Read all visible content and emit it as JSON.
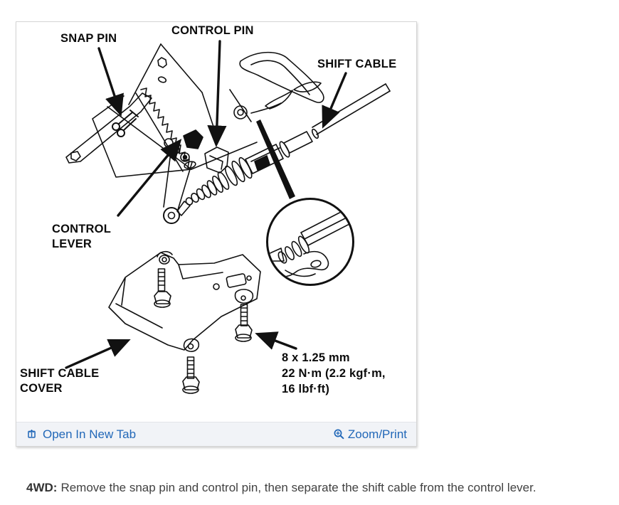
{
  "viewer": {
    "diagram_labels": {
      "snap_pin": "SNAP PIN",
      "control_pin": "CONTROL PIN",
      "shift_cable": "SHIFT CABLE",
      "control_lever_line1": "CONTROL",
      "control_lever_line2": "LEVER",
      "shift_cable_cover_line1": "SHIFT CABLE",
      "shift_cable_cover_line2": "COVER",
      "torque_line1": "8 x 1.25 mm",
      "torque_line2": "22 N·m (2.2 kgf·m,",
      "torque_line3": "16 lbf·ft)"
    },
    "footer": {
      "open_in_new_tab_label": "Open In New Tab",
      "zoom_print_label": "Zoom/Print"
    },
    "icons": {
      "open_in_new_tab": "open-in-new-tab-icon",
      "zoom_print": "magnifier-plus-icon"
    }
  },
  "caption": {
    "prefix": "4WD:",
    "text": "Remove the snap pin and control pin, then separate the shift cable from the control lever."
  },
  "colors": {
    "line_art": "#111111",
    "link_blue": "#2268b8",
    "footer_bg": "#f1f3f7",
    "panel_border": "#d6d6d6",
    "caption_text": "#414141"
  }
}
